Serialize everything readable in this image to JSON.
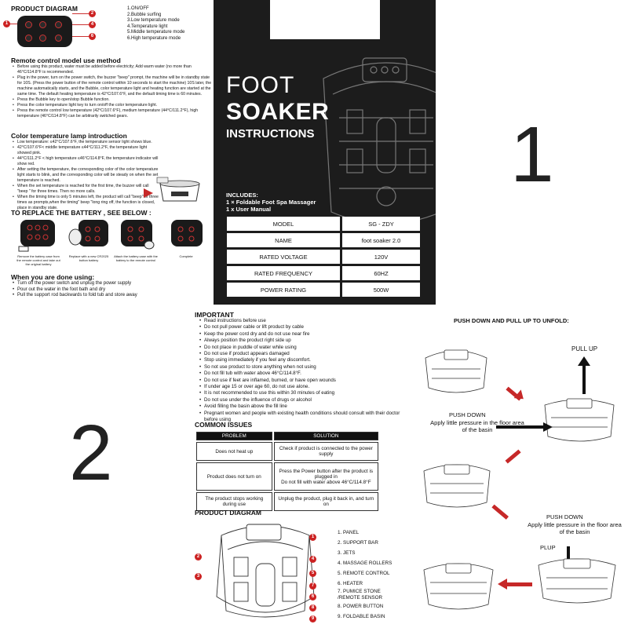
{
  "product_diagram_top": {
    "title": "PRODUCT DIAGRAM",
    "buttons": [
      "1.ON/OFF",
      "2.Bubble surfing",
      "3.Low temperature mode",
      "4.Temperature light",
      "5.Middle temperature mode",
      "6.High temperature mode"
    ]
  },
  "remote_section": {
    "title": "Remote control model use method",
    "items": [
      "Before using this product, water must be added before electricity; Add warm water (no more than 46°C/114.8°F is recommended.",
      "Plug in the power, turn on the power switch, the buzzer \"beep\" prompt, the machine will be in standby state for 10S. (Press the power button of the remote control within 10 seconds to start the machine) 10S later, the machine automatically starts, and the Bubble, color temperature light and heating function are started at the same time. The default heating temperature is 42°C/107.6°F, and the default timing time is 60 minutes.",
      "Press the Bubble key to open/stop Bubble function.",
      "Press the color temperature light key to turn on/off the color temperature light.",
      "Press the remote control low temperature (42°C/107.6°F), medium temperature (44°C/111.2°F), high temperature (46°C/114.8°F) can be arbitrarily switched gears."
    ]
  },
  "color_section": {
    "title": "Color temperature lamp introduction",
    "items": [
      "Low temperature: ≤42°C/107.6°F, the temperature sensor light shows blue.",
      "42°C/107.6°F< middle temperature ≤44°C/111.2°F, the temperature light showed pink.",
      "44°C/111.2°F < high temperature ≤46°C/114.8°F, the temperature indicator will show red.",
      "After setting the temperature, the corresponding color of the color temperature light starts to blink, and the corresponding color will be steady on when the set temperature is reached.",
      "When the set temperature is reached for the first time, the buzzer will call \"beep \" for three times. Then no more calls.",
      "When the timing time is only 5 minutes left, the product will call \"beep\"for three times as prompts,when the timing\" beep \"long ring off, the function is closed, place in standby state."
    ]
  },
  "battery_section": {
    "title": "TO REPLACE THE BATTERY , SEE BELOW :",
    "steps": [
      "Remove the battery case from the remote control and take out the original battery",
      "Replace with a new CR2025 button battery",
      "Attach the battery case with the battery to the remote control",
      "Complete"
    ]
  },
  "done_section": {
    "title": "When you are done using:",
    "items": [
      "Turn off the power switch and unplug the power supply",
      "Pour out the water in the foot bath and dry",
      "Pull the support rod backwards to fold tub and store away"
    ]
  },
  "cover": {
    "title_line1": "FOOT",
    "title_line2": "SOAKER",
    "title_line3": "INSTRUCTIONS",
    "includes_title": "INCLUDES:",
    "includes": [
      "1 × Foldable Foot Spa Massager",
      "1 x User Manual"
    ],
    "specs": [
      [
        "MODEL",
        "SG - ZDY"
      ],
      [
        "NAME",
        "foot soaker 2.0"
      ],
      [
        "RATED VOLTAGE",
        "120V"
      ],
      [
        "RATED FREQUENCY",
        "60HZ"
      ],
      [
        "POWER RATING",
        "500W"
      ]
    ]
  },
  "page_num_1": "1",
  "page_num_2": "2",
  "important": {
    "title": "IMPORTANT",
    "items": [
      "Read instructions before use",
      "Do not pull power cable or lift product by cable",
      "Keep the power cord dry and do not use near fire",
      "Always position the product right side up",
      "Do not place in puddle of water while using",
      "Do not use if product appears damaged",
      "Stop using immediately if you feel any discomfort.",
      "So not use product to store anything when not using",
      "Do not fill tub with water above 46°C/114.8°F.",
      "Do not use if feet are inflamed, burned, or have open wounds",
      "If under age 15 or over age 60, do not use alone.",
      "It is not recommended to use this within 30 minutes of eating",
      "Do not use under the influence of drugs or alcohol",
      "Avoid filling the basin above the fill line",
      "Pregnant women and people with existing health conditions should consult with their doctor before using"
    ]
  },
  "common_issues": {
    "title": "COMMON ISSUES",
    "headers": [
      "PROBLEM",
      "SOLUTION"
    ],
    "rows": [
      [
        "Does not heat up",
        "Check if product is connected to the power supply"
      ],
      [
        "Product does not turn on",
        "Press the Power button after the product is plugged in\nDo not fill with water above 46°C/114.8°F"
      ],
      [
        "The product stops working during use",
        "Unplug the product, plug it back in, and turn on"
      ]
    ]
  },
  "product_diagram_bottom": {
    "title": "PRODUCT DIAGRAM",
    "parts": [
      "1. PANEL",
      "2. SUPPORT BAR",
      "3. JETS",
      "4. MASSAGE ROLLERS",
      "5. REMOTE CONTROL",
      "6. HEATER",
      "7. PUMICE STONE /REMOTE SENSOR",
      "8. POWER BUTTON",
      "9. FOLDABLE BASIN"
    ],
    "callouts": [
      "1",
      "2",
      "3",
      "4",
      "5",
      "6",
      "7",
      "8",
      "9"
    ]
  },
  "unfold": {
    "title": "PUSH  DOWN AND PULL UP TO UNFOLD:",
    "pull_up": "PULL UP",
    "push_down_1": "PUSH DOWN",
    "push_down_1_sub": "Apply little pressure in the floor area of the basin",
    "push_down_2": "PUSH DOWN",
    "push_down_2_sub": "Apply little pressure in the floor area of the basin",
    "plup": "PLUP"
  },
  "colors": {
    "accent_red": "#c62828",
    "cover_bg": "#1c1c1c"
  }
}
